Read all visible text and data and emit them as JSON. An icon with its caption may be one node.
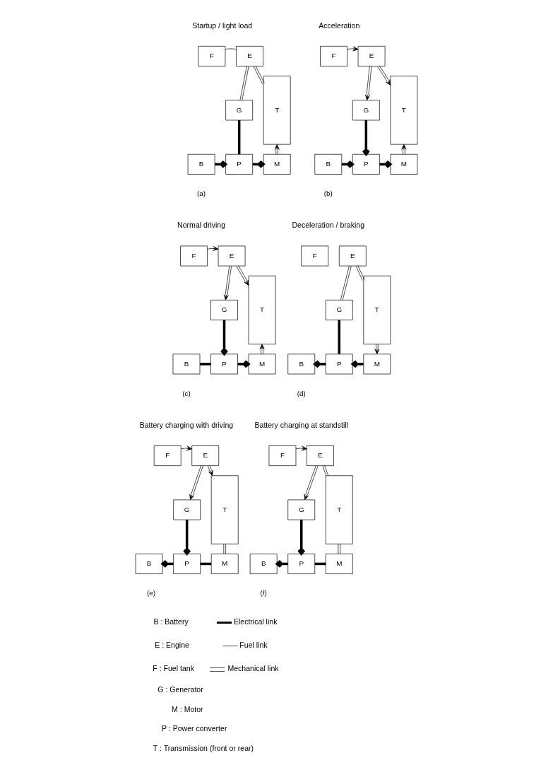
{
  "diagram": {
    "nodes": [
      {
        "text": [
          "F"
        ]
      },
      {
        "text": [
          "E"
        ]
      },
      {
        "text": [
          "T"
        ]
      },
      {
        "text": [
          "G"
        ]
      },
      {
        "text": [
          "B"
        ]
      },
      {
        "text": [
          "P"
        ]
      },
      {
        "text": [
          "M"
        ]
      },
      {
        "text": [
          "F"
        ]
      },
      {
        "text": [
          "E"
        ]
      },
      {
        "text": [
          "T"
        ]
      },
      {
        "text": [
          "G"
        ]
      },
      {
        "text": [
          "B"
        ]
      },
      {
        "text": [
          "P"
        ]
      },
      {
        "text": [
          "M"
        ]
      },
      {
        "text": [
          "F"
        ]
      },
      {
        "text": [
          "E"
        ]
      },
      {
        "text": [
          "T"
        ]
      },
      {
        "text": [
          "G"
        ]
      },
      {
        "text": [
          "B"
        ]
      },
      {
        "text": [
          "P"
        ]
      },
      {
        "text": [
          "M"
        ]
      },
      {
        "text": [
          "F"
        ]
      },
      {
        "text": [
          "E"
        ]
      },
      {
        "text": [
          "T"
        ]
      },
      {
        "text": [
          "G"
        ]
      },
      {
        "text": [
          "B"
        ]
      },
      {
        "text": [
          "P"
        ]
      },
      {
        "text": [
          "M"
        ]
      },
      {
        "text": [
          "F"
        ]
      },
      {
        "text": [
          "E"
        ]
      },
      {
        "text": [
          "T"
        ]
      },
      {
        "text": [
          "G"
        ]
      },
      {
        "text": [
          "B"
        ]
      },
      {
        "text": [
          "P"
        ]
      },
      {
        "text": [
          "M"
        ]
      },
      {
        "text": [
          "F"
        ]
      },
      {
        "text": [
          "E"
        ]
      },
      {
        "text": [
          "T"
        ]
      },
      {
        "text": [
          "G"
        ]
      },
      {
        "text": [
          "B"
        ]
      },
      {
        "text": [
          "P"
        ]
      },
      {
        "text": [
          "M"
        ]
      }
    ],
    "edges": [
      {
        "from": 0,
        "to": 1,
        "arrow": "none"
      },
      {
        "from": 1,
        "to": 2,
        "arrow": "none"
      },
      {
        "from": 1,
        "to": 3,
        "arrow": "none"
      },
      {
        "from": 3,
        "to": 5,
        "arrow": "none",
        "style": "thick"
      },
      {
        "from": 4,
        "to": 5,
        "arrow": "to",
        "style": "thick"
      },
      {
        "from": 5,
        "to": 6,
        "arrow": "to",
        "style": "thick"
      },
      {
        "from": 6,
        "to": 2,
        "arrow": "to"
      },
      {
        "from": 7,
        "to": 8,
        "arrow": "to"
      },
      {
        "from": 8,
        "to": 9,
        "arrow": "to"
      },
      {
        "from": 8,
        "to": 10,
        "arrow": "to"
      },
      {
        "from": 10,
        "to": 12,
        "arrow": "to",
        "style": "thick"
      },
      {
        "from": 11,
        "to": 12,
        "arrow": "to",
        "style": "thick"
      },
      {
        "from": 12,
        "to": 13,
        "arrow": "to",
        "style": "thick"
      },
      {
        "from": 13,
        "to": 9,
        "arrow": "to"
      },
      {
        "from": 14,
        "to": 15,
        "arrow": "to"
      },
      {
        "from": 15,
        "to": 16,
        "arrow": "to"
      },
      {
        "from": 15,
        "to": 17,
        "arrow": "to"
      },
      {
        "from": 17,
        "to": 19,
        "arrow": "to",
        "style": "thick"
      },
      {
        "from": 18,
        "to": 19,
        "arrow": "none",
        "style": "thick"
      },
      {
        "from": 19,
        "to": 20,
        "arrow": "to",
        "style": "thick"
      },
      {
        "from": 20,
        "to": 16,
        "arrow": "to"
      },
      {
        "from": 22,
        "to": 23,
        "arrow": "none"
      },
      {
        "from": 22,
        "to": 24,
        "arrow": "none"
      },
      {
        "from": 24,
        "to": 26,
        "arrow": "none",
        "style": "thick"
      },
      {
        "from": 26,
        "to": 25,
        "arrow": "to",
        "style": "thick"
      },
      {
        "from": 27,
        "to": 26,
        "arrow": "to",
        "style": "thick"
      },
      {
        "from": 23,
        "to": 27,
        "arrow": "to"
      },
      {
        "from": 28,
        "to": 29,
        "arrow": "to"
      },
      {
        "from": 29,
        "to": 30,
        "arrow": "to"
      },
      {
        "from": 29,
        "to": 31,
        "arrow": "to"
      },
      {
        "from": 31,
        "to": 33,
        "arrow": "to",
        "style": "thick"
      },
      {
        "from": 33,
        "to": 32,
        "arrow": "to",
        "style": "thick"
      },
      {
        "from": 33,
        "to": 34,
        "arrow": "none",
        "style": "thick"
      },
      {
        "from": 34,
        "to": 30,
        "arrow": "none"
      },
      {
        "from": 35,
        "to": 36,
        "arrow": "to"
      },
      {
        "from": 36,
        "to": 37,
        "arrow": "none"
      },
      {
        "from": 36,
        "to": 38,
        "arrow": "to"
      },
      {
        "from": 38,
        "to": 40,
        "arrow": "to",
        "style": "thick"
      },
      {
        "from": 40,
        "to": 39,
        "arrow": "to",
        "style": "thick"
      },
      {
        "from": 40,
        "to": 41,
        "arrow": "none",
        "style": "thick"
      },
      {
        "from": 41,
        "to": 37,
        "arrow": "none"
      }
    ],
    "labels": [
      "Startup / light load",
      "Acceleration",
      "(a)",
      "(b)",
      "Normal driving",
      "Deceleration / braking",
      "(c)",
      "(d)",
      "Battery charging with driving",
      "Battery charging at standstill",
      "(e)",
      "(f)",
      "B : Battery",
      "E : Engine",
      "F : Fuel tank",
      "G : Generator",
      "M : Motor",
      "P : Power converter",
      "T : Transmission (front or rear)"
    ],
    "legend": [
      {
        "text": "Electrical link"
      },
      {
        "text": "Fuel link"
      },
      {
        "text": "Mechanical link"
      }
    ]
  }
}
